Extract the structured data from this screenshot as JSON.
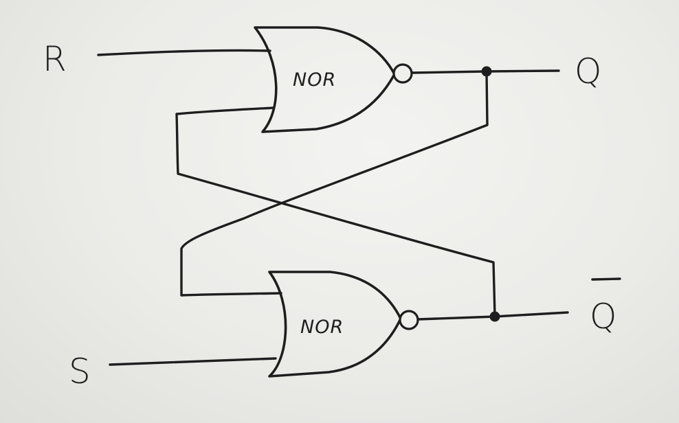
{
  "inputs": {
    "r_label": "R",
    "s_label": "S"
  },
  "outputs": {
    "q_label": "Q",
    "qbar_label": "Q"
  },
  "gates": {
    "top_label": "NOR",
    "bottom_label": "NOR"
  }
}
